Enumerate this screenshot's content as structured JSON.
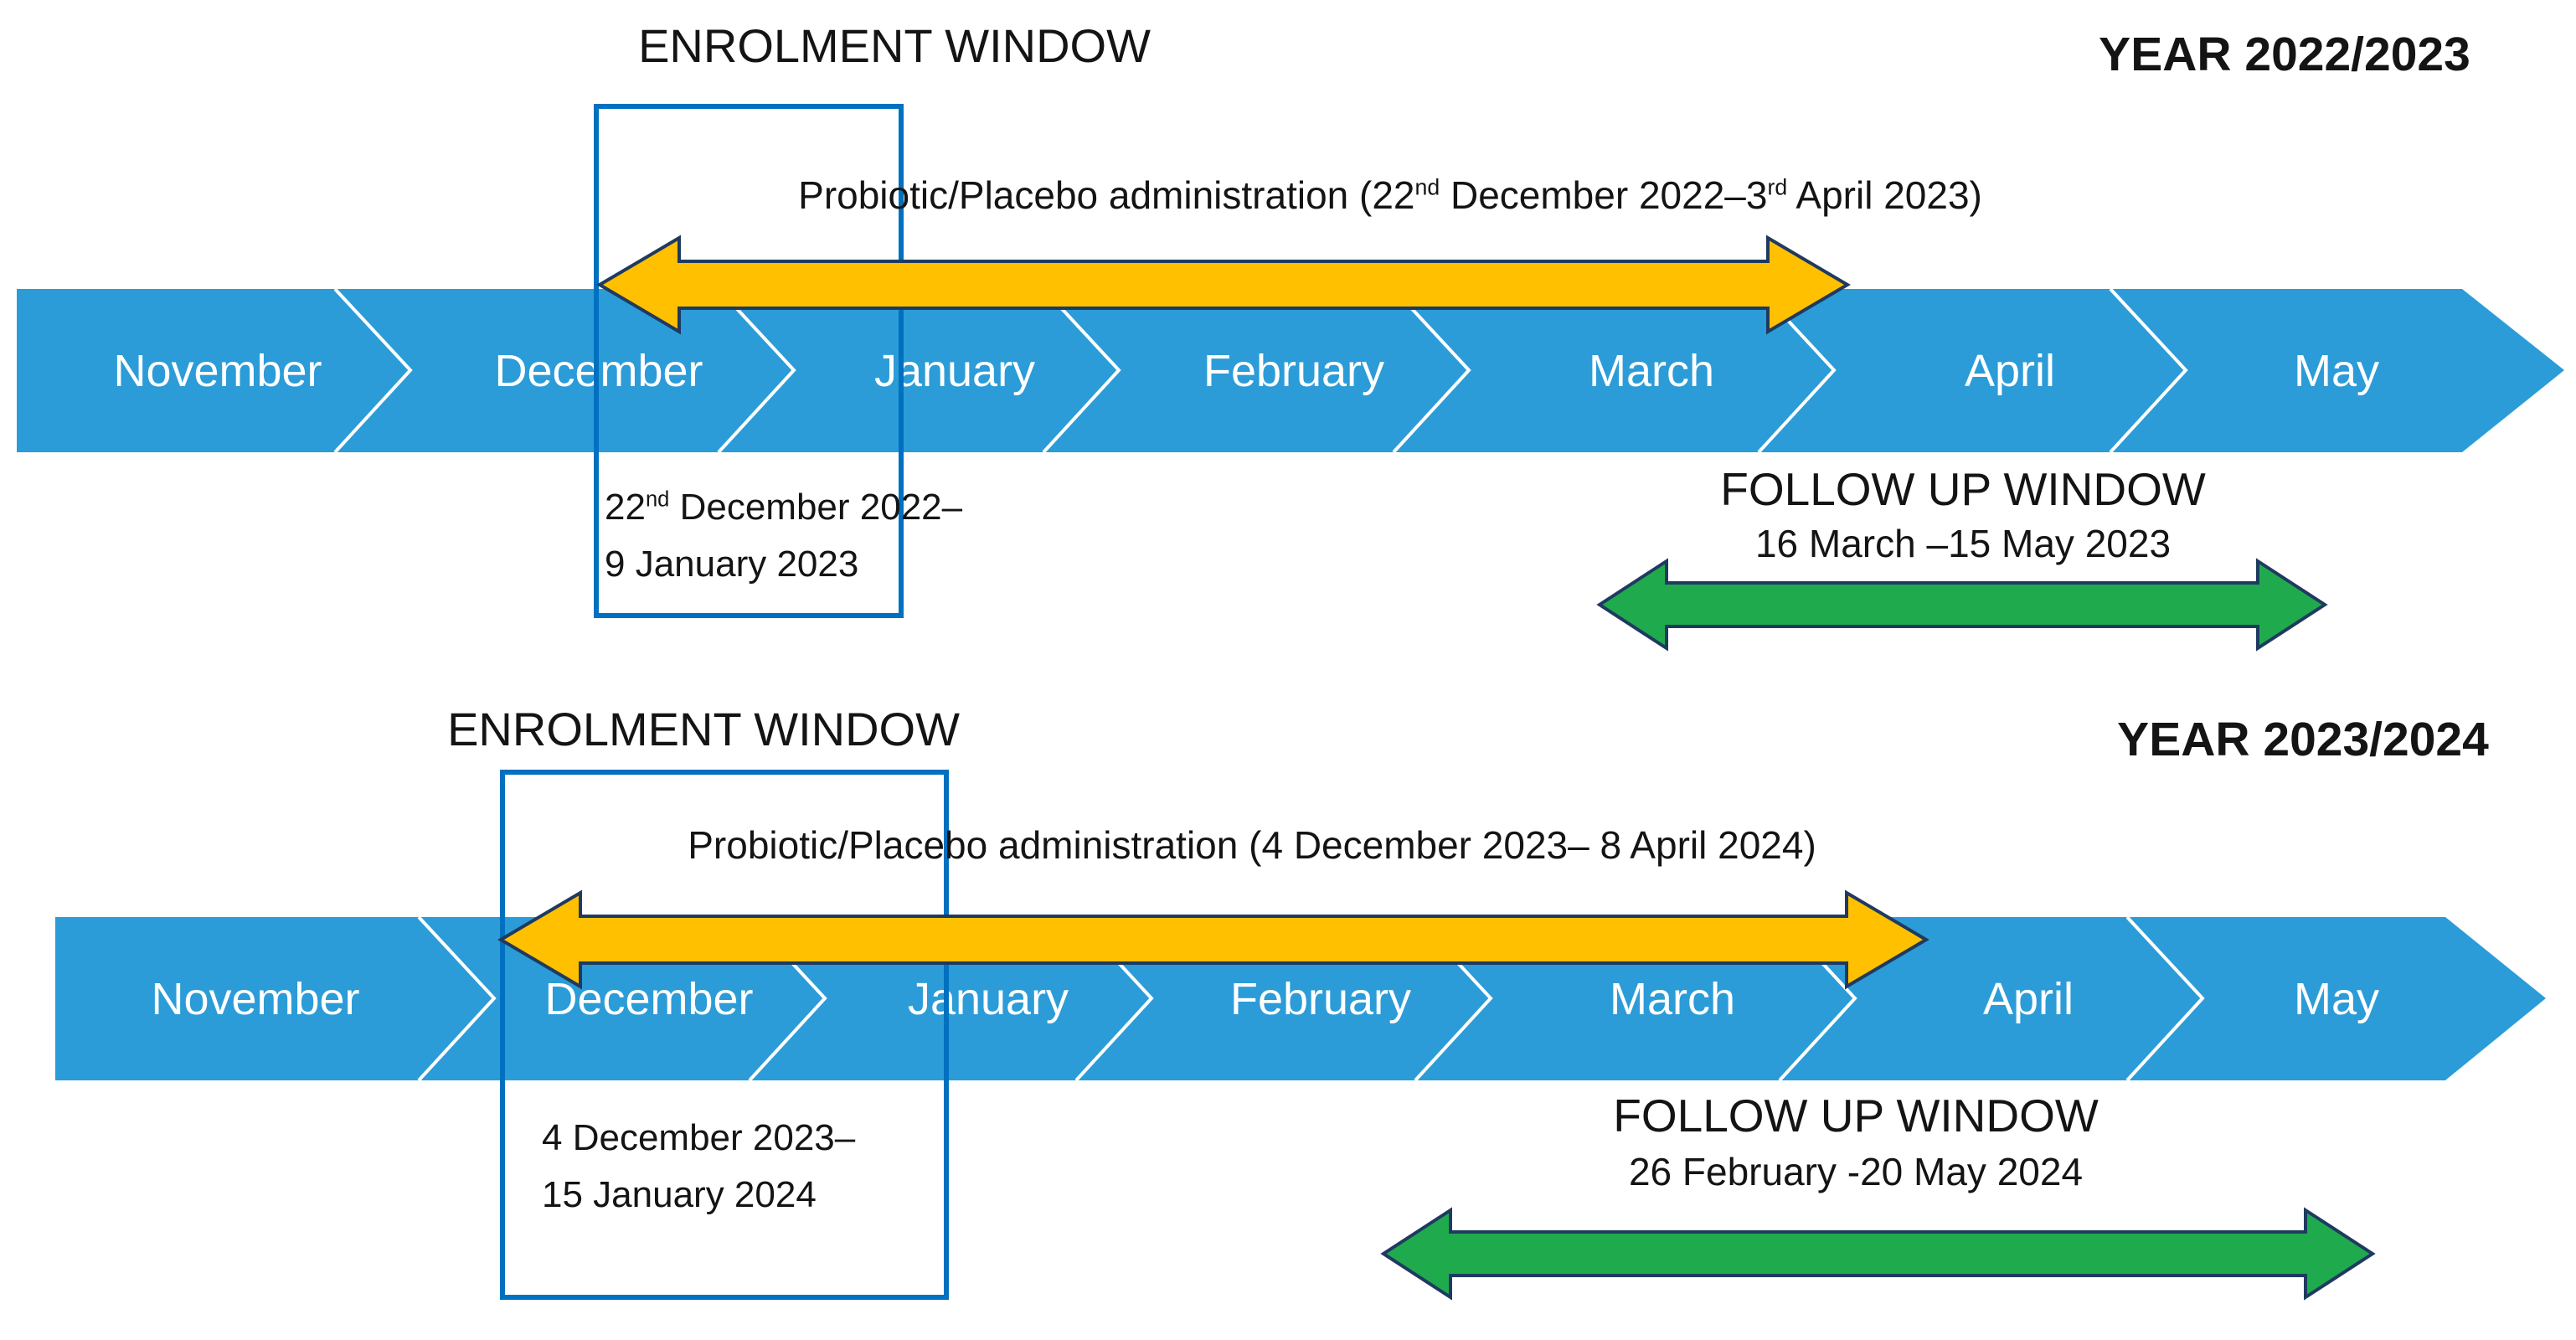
{
  "figure": {
    "description_months": "study timeline November to May"
  },
  "colors": {
    "band_blue": "#2B9CD8",
    "admin_arrow_yellow": "#FFC000",
    "followup_arrow_green": "#1FAB4D",
    "arrow_outline_navy": "#1F3A60",
    "enrolment_box_blue": "#0070C0",
    "month_text": "#FFFFFF",
    "text": "#141414"
  },
  "months": [
    "November",
    "December",
    "January",
    "February",
    "March",
    "April",
    "May"
  ],
  "timelines": [
    {
      "enrolment_title": "ENROLMENT WINDOW",
      "year_title": "YEAR 2022/2023",
      "administration": {
        "pre": "Probiotic/Placebo administration (22",
        "sup1": "nd",
        "mid": " December 2022–3",
        "sup2": "rd",
        "post": " April 2023)"
      },
      "enrolment_dates": {
        "line1_pre": "22",
        "line1_sup": "nd",
        "line1_post": " December 2022–",
        "line2": "9 January 2023"
      },
      "follow_up": {
        "title": "FOLLOW UP WINDOW",
        "range": "16 March –15 May 2023"
      }
    },
    {
      "enrolment_title": "ENROLMENT WINDOW",
      "year_title": "YEAR 2023/2024",
      "administration": {
        "pre": "Probiotic/Placebo administration (4 December 2023– 8 April 2024)",
        "sup1": "",
        "mid": "",
        "sup2": "",
        "post": ""
      },
      "enrolment_dates": {
        "line1_pre": "4 December 2023–",
        "line1_sup": "",
        "line1_post": "",
        "line2": "15 January 2024"
      },
      "follow_up": {
        "title": "FOLLOW UP WINDOW",
        "range": "26 February -20 May 2024"
      }
    }
  ]
}
